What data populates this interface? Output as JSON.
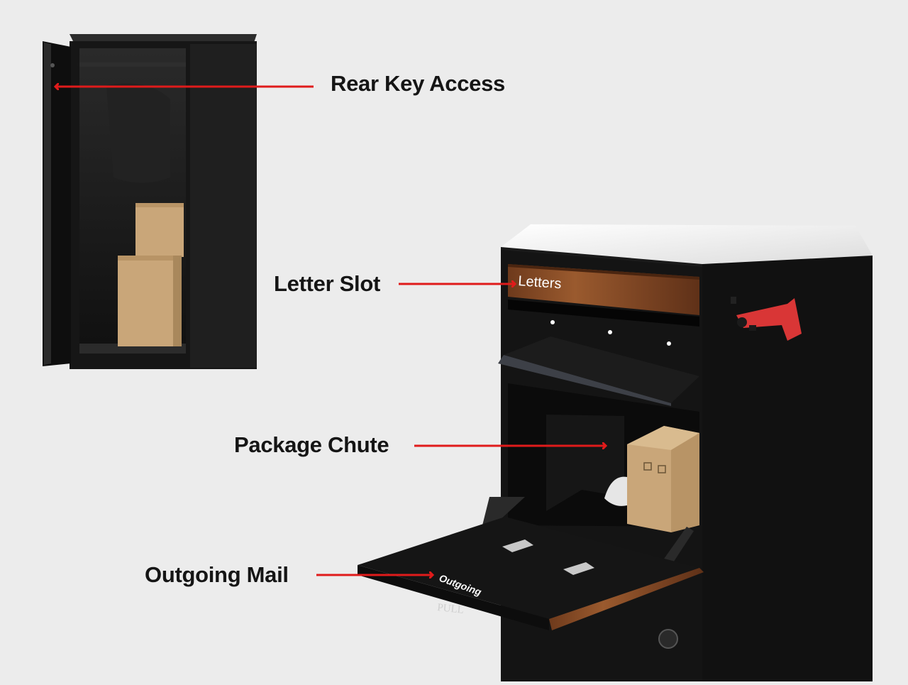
{
  "callouts": {
    "rear_key_access": "Rear Key Access",
    "letter_slot": "Letter Slot",
    "package_chute": "Package Chute",
    "outgoing_mail": "Outgoing Mail"
  },
  "product_markings": {
    "letters_plate": "Letters",
    "outgoing_tray": "Outgoing",
    "pull_tab": "PULL"
  },
  "colors": {
    "background": "#ececec",
    "cabinet_black": "#141414",
    "arrow_red": "#e01b1b",
    "flag_red": "#d93636",
    "wood": "#8a4a24",
    "cardboard": "#c9a679"
  }
}
